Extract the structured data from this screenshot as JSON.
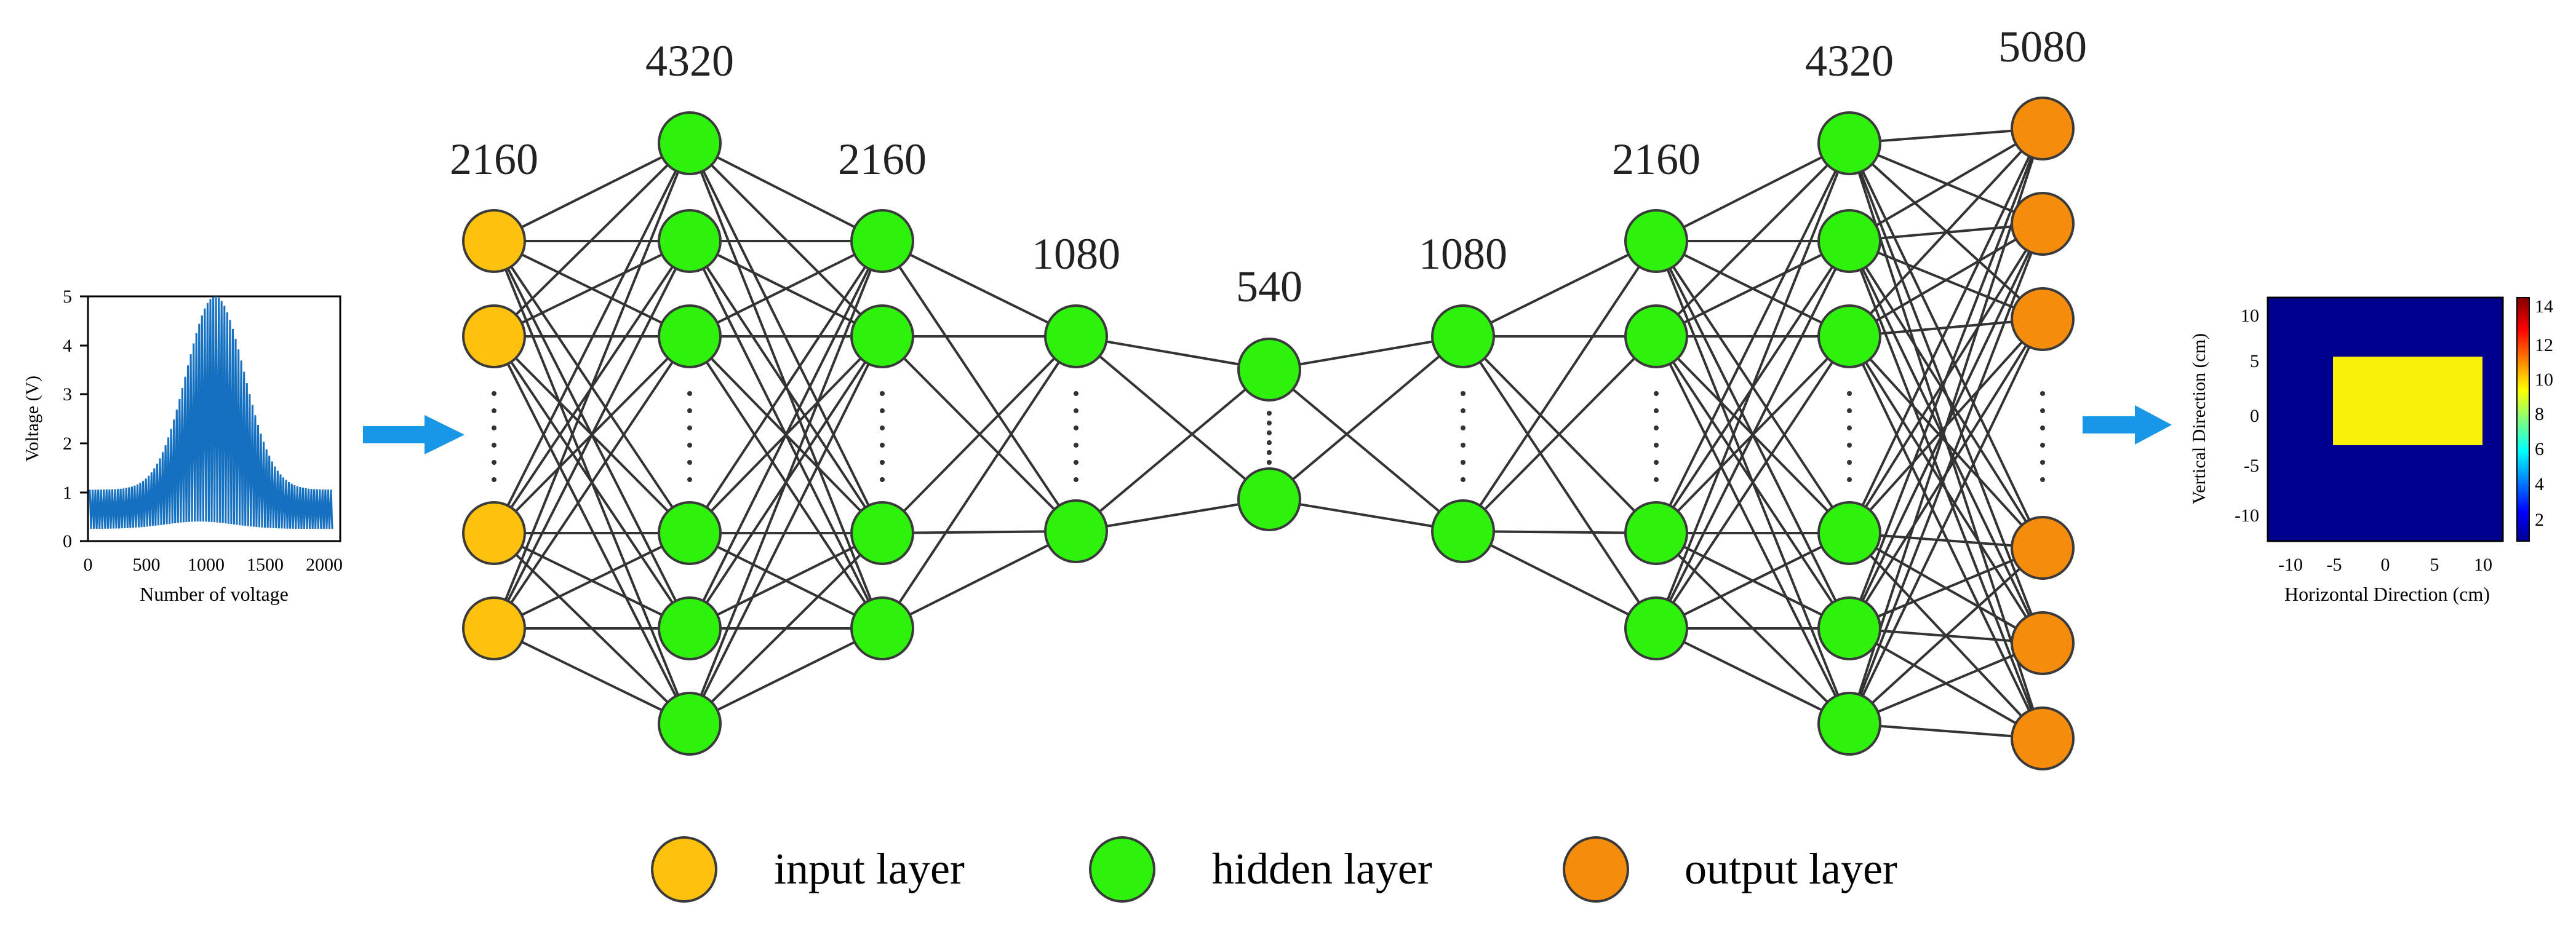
{
  "colors": {
    "input": "#FDC10E",
    "hidden": "#2EF20C",
    "output": "#F58C0C",
    "node_stroke": "#3a3a3a",
    "edge": "#333333",
    "arrow": "#1797E6",
    "signal": "#1670C0",
    "field_bg": "#00008F",
    "field_block": "#FAF00A"
  },
  "layers": [
    {
      "label": "2160",
      "type": "input"
    },
    {
      "label": "4320",
      "type": "hidden"
    },
    {
      "label": "2160",
      "type": "hidden"
    },
    {
      "label": "1080",
      "type": "hidden"
    },
    {
      "label": "540",
      "type": "hidden"
    },
    {
      "label": "1080",
      "type": "hidden"
    },
    {
      "label": "2160",
      "type": "hidden"
    },
    {
      "label": "4320",
      "type": "hidden"
    },
    {
      "label": "5080",
      "type": "output"
    }
  ],
  "legend": [
    {
      "label": "input layer",
      "type": "input"
    },
    {
      "label": "hidden layer",
      "type": "hidden"
    },
    {
      "label": "output layer",
      "type": "output"
    }
  ],
  "input_plot": {
    "ylabel": "Voltage (V)",
    "xlabel": "Number of voltage",
    "yticks": [
      "0",
      "1",
      "2",
      "3",
      "4",
      "5"
    ],
    "xticks": [
      "0",
      "500",
      "1000",
      "1500",
      "2000"
    ]
  },
  "output_plot": {
    "ylabel": "Vertical Direction (cm)",
    "xlabel": "Horizontal Direction (cm)",
    "yticks": [
      "10",
      "5",
      "0",
      "-5",
      "-10"
    ],
    "xticks": [
      "-10",
      "-5",
      "0",
      "5",
      "10"
    ],
    "colorbar_ticks": [
      "14",
      "12",
      "10",
      "8",
      "6",
      "4",
      "2"
    ]
  }
}
